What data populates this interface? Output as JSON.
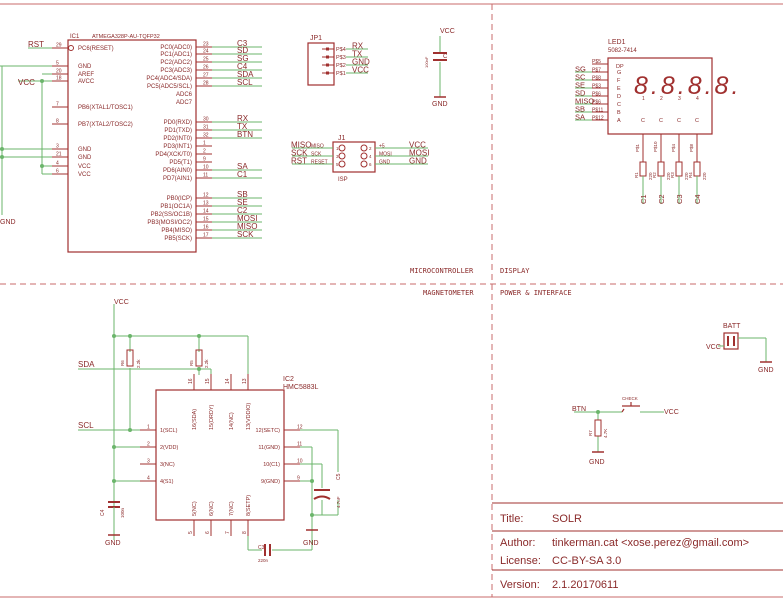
{
  "colors": {
    "wire": "#6bb56b",
    "part": "#a0302f",
    "frame": "#c96b6b",
    "text": "#8a2a2a",
    "pin": "#5a2020",
    "bg": "#ffffff"
  },
  "sections": {
    "microcontroller": "MICROCONTROLLER",
    "display": "DISPLAY",
    "magnetometer": "MAGNETOMETER",
    "power": "POWER & INTERFACE"
  },
  "ic1": {
    "ref": "IC1",
    "part": "ATMEGA328P-AU-TQFP32",
    "left_pins": [
      {
        "num": "29",
        "name": "PC6(RESET)"
      },
      {
        "num": "5",
        "name": "GND"
      },
      {
        "num": "20",
        "name": "AREF"
      },
      {
        "num": "18",
        "name": "AVCC"
      },
      {
        "num": "7",
        "name": "PB6(XTAL1/TOSC1)"
      },
      {
        "num": "8",
        "name": "PB7(XTAL2/TOSC2)"
      },
      {
        "num": "3",
        "name": "GND"
      },
      {
        "num": "21",
        "name": "GND"
      },
      {
        "num": "4",
        "name": "VCC"
      },
      {
        "num": "6",
        "name": "VCC"
      }
    ],
    "right_pins": [
      {
        "num": "23",
        "name": "PC0(ADC0)",
        "net": "C3"
      },
      {
        "num": "24",
        "name": "PC1(ADC1)",
        "net": "SD"
      },
      {
        "num": "25",
        "name": "PC2(ADC2)",
        "net": "SG"
      },
      {
        "num": "26",
        "name": "PC3(ADC3)",
        "net": "C4"
      },
      {
        "num": "27",
        "name": "PC4(ADC4/SDA)",
        "net": "SDA"
      },
      {
        "num": "28",
        "name": "PC5(ADC5/SCL)",
        "net": "SCL"
      },
      {
        "num": "",
        "name": "ADC6",
        "net": ""
      },
      {
        "num": "",
        "name": "ADC7",
        "net": ""
      },
      {
        "num": "30",
        "name": "PD0(RXD)",
        "net": "RX"
      },
      {
        "num": "31",
        "name": "PD1(TXD)",
        "net": "TX"
      },
      {
        "num": "32",
        "name": "PD2(INT0)",
        "net": "BTN"
      },
      {
        "num": "1",
        "name": "PD3(INT1)",
        "net": ""
      },
      {
        "num": "2",
        "name": "PD4(XCK/T0)",
        "net": ""
      },
      {
        "num": "9",
        "name": "PD5(T1)",
        "net": ""
      },
      {
        "num": "10",
        "name": "PD6(AIN0)",
        "net": "SA"
      },
      {
        "num": "11",
        "name": "PD7(AIN1)",
        "net": "C1"
      },
      {
        "num": "12",
        "name": "PB0(ICP)",
        "net": "SB"
      },
      {
        "num": "13",
        "name": "PB1(OC1A)",
        "net": "SE"
      },
      {
        "num": "14",
        "name": "PB2(SS/OC1B)",
        "net": "C2"
      },
      {
        "num": "15",
        "name": "PB3(MOSI/OC2)",
        "net": "MOSI"
      },
      {
        "num": "16",
        "name": "PB4(MISO)",
        "net": "MISO"
      },
      {
        "num": "17",
        "name": "PB5(SCK)",
        "net": "SCK"
      }
    ],
    "rst_net": "RST",
    "vcc_net": "VCC",
    "gnd_net": "GND"
  },
  "jp1": {
    "ref": "JP1",
    "pins": [
      {
        "num": "4",
        "net": "RX"
      },
      {
        "num": "3",
        "net": "TX"
      },
      {
        "num": "2",
        "net": "GND"
      },
      {
        "num": "1",
        "net": "VCC"
      }
    ]
  },
  "cap_top": {
    "vcc": "VCC",
    "gnd": "GND",
    "value": "100nF",
    "ref": "C"
  },
  "j1": {
    "ref": "J1",
    "sub": "ISP",
    "left": [
      {
        "net": "MISO",
        "pin": "MISO"
      },
      {
        "net": "SCK",
        "pin": "SCK"
      },
      {
        "net": "RST",
        "pin": "RESET"
      }
    ],
    "right": [
      {
        "net": "VCC",
        "pin": "+5"
      },
      {
        "net": "MOSI",
        "pin": "MOSI"
      },
      {
        "net": "GND",
        "pin": "GND"
      }
    ],
    "nums": [
      "1",
      "2",
      "3",
      "4",
      "5",
      "6"
    ]
  },
  "led1": {
    "ref": "LED1",
    "part": "5082-7414",
    "digits": "8.8.8.8.",
    "digit_nums": [
      "1",
      "2",
      "3",
      "4"
    ],
    "seg_pins": [
      {
        "net": "SG",
        "pin": "P$7",
        "seg": "G"
      },
      {
        "net": "SC",
        "pin": "P$8",
        "seg": "F"
      },
      {
        "net": "SE",
        "pin": "P$3",
        "seg": "E"
      },
      {
        "net": "SD",
        "pin": "P$6",
        "seg": "D"
      },
      {
        "net": "MISO",
        "pin": "P$6",
        "seg": "C"
      },
      {
        "net": "SB",
        "pin": "P$11",
        "seg": "B"
      },
      {
        "net": "SA",
        "pin": "P$12",
        "seg": "A"
      }
    ],
    "dp_pin": "P$5",
    "dp": "DP",
    "commons": [
      {
        "pin": "P$1",
        "res": "R1",
        "val": "220",
        "net": "C1"
      },
      {
        "pin": "P$10",
        "res": "R2",
        "val": "220",
        "net": "C2"
      },
      {
        "pin": "P$4",
        "res": "R3",
        "val": "220",
        "net": "C3"
      },
      {
        "pin": "P$8",
        "res": "R4",
        "val": "220",
        "net": "C4"
      }
    ]
  },
  "mag": {
    "vcc": "VCC",
    "gnd": "GND",
    "sda": "SDA",
    "scl": "SCL",
    "ic2": "IC2",
    "part": "HMC5883L",
    "left": [
      {
        "num": "1",
        "name": "1(SCL)"
      },
      {
        "num": "2",
        "name": "2(VDD)"
      },
      {
        "num": "3",
        "name": "3(NC)"
      },
      {
        "num": "4",
        "name": "4(S1)"
      }
    ],
    "top": [
      {
        "num": "16",
        "name": "16(SDA)"
      },
      {
        "num": "15",
        "name": "15(DRDY)"
      },
      {
        "num": "14",
        "name": "14(NC)"
      },
      {
        "num": "13",
        "name": "13(VDDIO)"
      }
    ],
    "right": [
      {
        "num": "12",
        "name": "12(SETC)"
      },
      {
        "num": "11",
        "name": "11(GND)"
      },
      {
        "num": "10",
        "name": "10(C1)"
      },
      {
        "num": "9",
        "name": "9(GND)"
      }
    ],
    "bottom": [
      {
        "num": "5",
        "name": "5(NC)"
      },
      {
        "num": "6",
        "name": "6(NC)"
      },
      {
        "num": "7",
        "name": "7(NC)"
      },
      {
        "num": "8",
        "name": "8(SETP)"
      }
    ],
    "r5": "R5",
    "r6": "R6",
    "rval": "2.2k",
    "c4": "C4",
    "c4v": "100n",
    "c5": "C5",
    "c5v": "4.7uF",
    "c3": "C3",
    "c3v": "220n"
  },
  "power": {
    "batt": "BATT",
    "vcc": "VCC",
    "gnd": "GND",
    "btn": "BTN",
    "sw": "CHECK",
    "r": "R7",
    "rval": "4.7K"
  },
  "title_block": {
    "title_label": "Title:",
    "title": "SOLR",
    "author_label": "Author:",
    "author": "tinkerman.cat <xose.perez@gmail.com>",
    "license_label": "License:",
    "license": "CC-BY-SA 3.0",
    "version_label": "Version:",
    "version": "2.1.20170611"
  }
}
